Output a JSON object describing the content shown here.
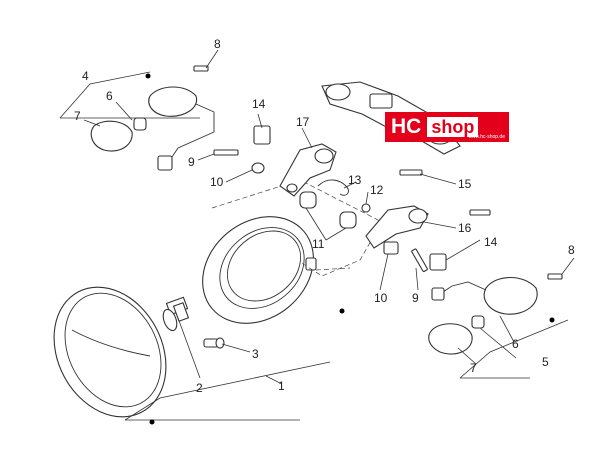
{
  "logo": {
    "hc": "HC",
    "shop": "shop",
    "url": "www.hc-shop.de"
  },
  "callouts": [
    "1",
    "2",
    "3",
    "4",
    "5",
    "6",
    "7",
    "8",
    "9",
    "10",
    "11",
    "12",
    "13",
    "14",
    "15",
    "16",
    "17",
    "6",
    "7",
    "8",
    "9",
    "10",
    "14"
  ],
  "colors": {
    "logo_red": "#e3001b",
    "line": "#333333"
  }
}
